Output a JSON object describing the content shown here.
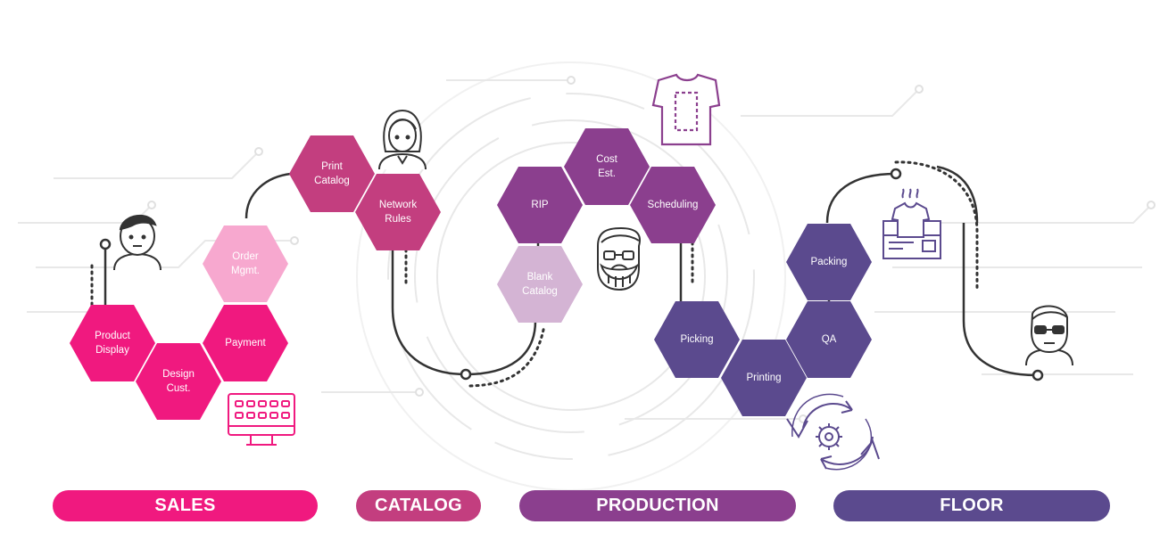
{
  "colors": {
    "sales": "#f0197f",
    "sales_light": "#f7a8cf",
    "catalog": "#c33e7f",
    "production": "#8b3f8e",
    "production_light": "#d4b4d4",
    "floor": "#5b4a8e",
    "line": "#333333",
    "circuit": "#e6e6e6"
  },
  "hexagons": [
    {
      "id": "product-display",
      "label": "Product\nDisplay",
      "group": "sales"
    },
    {
      "id": "design-cust",
      "label": "Design\nCust.",
      "group": "sales"
    },
    {
      "id": "payment",
      "label": "Payment",
      "group": "sales"
    },
    {
      "id": "order-mgmt",
      "label": "Order\nMgmt.",
      "group": "sales_light"
    },
    {
      "id": "print-catalog",
      "label": "Print\nCatalog",
      "group": "catalog"
    },
    {
      "id": "network-rules",
      "label": "Network\nRules",
      "group": "catalog"
    },
    {
      "id": "rip",
      "label": "RIP",
      "group": "production"
    },
    {
      "id": "cost-est",
      "label": "Cost\nEst.",
      "group": "production"
    },
    {
      "id": "scheduling",
      "label": "Scheduling",
      "group": "production"
    },
    {
      "id": "blank-catalog",
      "label": "Blank\nCatalog",
      "group": "production_light"
    },
    {
      "id": "picking",
      "label": "Picking",
      "group": "floor"
    },
    {
      "id": "printing",
      "label": "Printing",
      "group": "floor"
    },
    {
      "id": "qa",
      "label": "QA",
      "group": "floor"
    },
    {
      "id": "packing",
      "label": "Packing",
      "group": "floor"
    }
  ],
  "sections": [
    {
      "id": "sales",
      "label": "SALES"
    },
    {
      "id": "catalog",
      "label": "CATALOG"
    },
    {
      "id": "production",
      "label": "PRODUCTION"
    },
    {
      "id": "floor",
      "label": "FLOOR"
    }
  ],
  "icons": [
    "person-male-icon",
    "person-female-icon",
    "person-bearded-icon",
    "person-glasses-icon",
    "tshirt-template-icon",
    "tshirt-box-icon",
    "computer-keypad-icon",
    "gear-cycle-icon"
  ]
}
